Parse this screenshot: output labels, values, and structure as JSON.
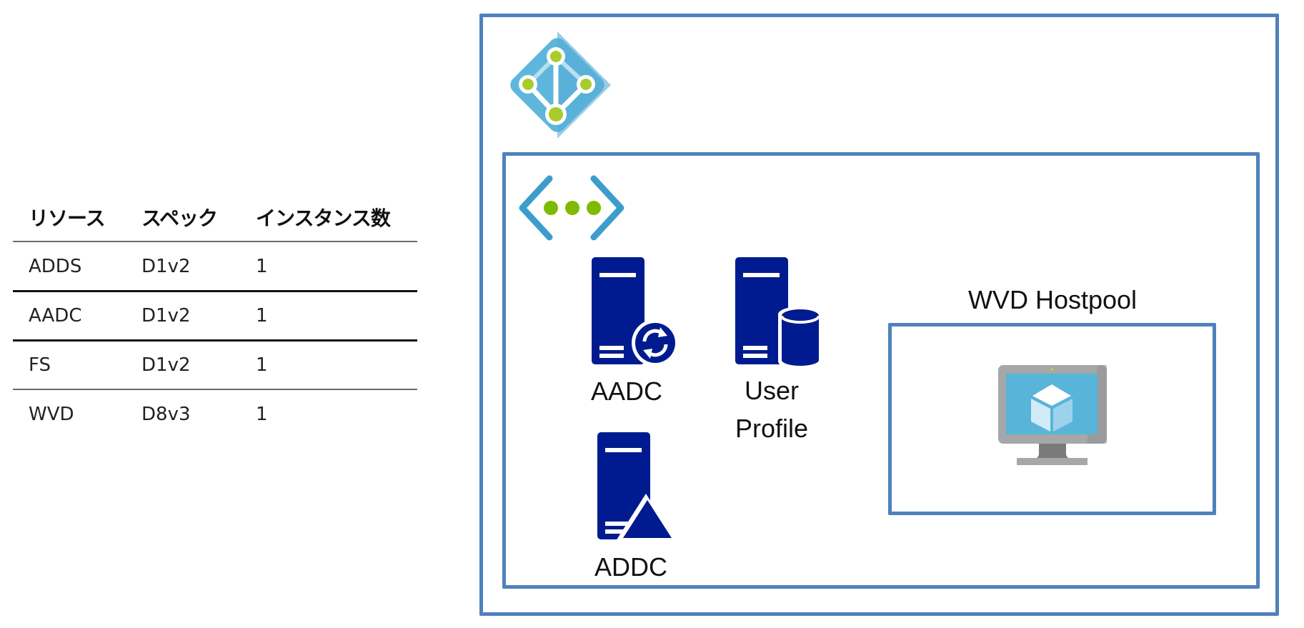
{
  "table": {
    "headers": [
      "リソース",
      "スペック",
      "インスタンス数"
    ],
    "rows": [
      {
        "resource": "ADDS",
        "spec": "D1v2",
        "instances": "1"
      },
      {
        "resource": "AADC",
        "spec": "D1v2",
        "instances": "1"
      },
      {
        "resource": "FS",
        "spec": "D1v2",
        "instances": "1"
      },
      {
        "resource": "WVD",
        "spec": "D8v3",
        "instances": "1"
      }
    ]
  },
  "diagram": {
    "tenant_icon": "azure-active-directory-icon",
    "vnet_icon": "virtual-network-icon",
    "servers": [
      {
        "label": "AADC",
        "icon": "server-sync-icon"
      },
      {
        "label_line1": "User",
        "label_line2": "Profile",
        "icon": "server-database-icon"
      },
      {
        "label": "ADDC",
        "icon": "server-directory-icon"
      }
    ],
    "hostpool": {
      "title": "WVD Hostpool",
      "icon": "virtual-machine-icon"
    }
  },
  "colors": {
    "box_border": "#4f81bd",
    "server": "#001b8f",
    "azure_blue": "#59b4d9",
    "accent_green": "#8cc63e"
  }
}
